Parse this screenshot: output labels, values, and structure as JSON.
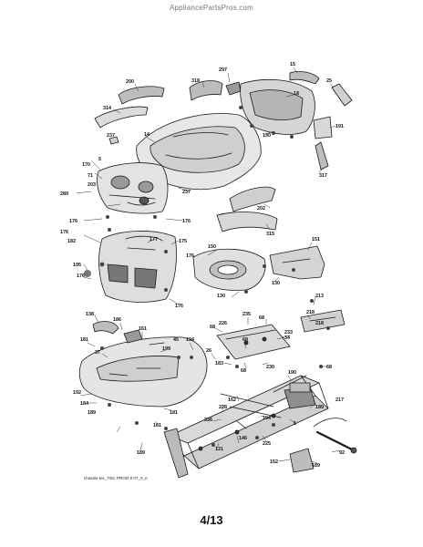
{
  "header": {
    "site": "AppliancePartsPros.com"
  },
  "footer": {
    "reference": "chassis-tec_TEC PROD 9 07_0_e",
    "page": "4/13"
  },
  "part_labels": [
    {
      "id": "200",
      "text": "200"
    },
    {
      "id": "318",
      "text": "318"
    },
    {
      "id": "297",
      "text": "297"
    },
    {
      "id": "15",
      "text": "15"
    },
    {
      "id": "25",
      "text": "25"
    },
    {
      "id": "18",
      "text": "18"
    },
    {
      "id": "314",
      "text": "314"
    },
    {
      "id": "14",
      "text": "14"
    },
    {
      "id": "237a",
      "text": "237"
    },
    {
      "id": "130a",
      "text": "130"
    },
    {
      "id": "191",
      "text": "191"
    },
    {
      "id": "5",
      "text": "5"
    },
    {
      "id": "170a",
      "text": "170"
    },
    {
      "id": "71",
      "text": "71"
    },
    {
      "id": "203",
      "text": "203"
    },
    {
      "id": "237b",
      "text": "237"
    },
    {
      "id": "317",
      "text": "317"
    },
    {
      "id": "289",
      "text": "289"
    },
    {
      "id": "202",
      "text": "202"
    },
    {
      "id": "176a",
      "text": "176"
    },
    {
      "id": "176b",
      "text": "176"
    },
    {
      "id": "176c",
      "text": "176"
    },
    {
      "id": "177",
      "text": "177"
    },
    {
      "id": "175",
      "text": "175"
    },
    {
      "id": "315",
      "text": "315"
    },
    {
      "id": "182",
      "text": "182"
    },
    {
      "id": "176d",
      "text": "176"
    },
    {
      "id": "150",
      "text": "150"
    },
    {
      "id": "151",
      "text": "151"
    },
    {
      "id": "195",
      "text": "195"
    },
    {
      "id": "176e",
      "text": "176"
    },
    {
      "id": "130b",
      "text": "130"
    },
    {
      "id": "130c",
      "text": "130"
    },
    {
      "id": "176f",
      "text": "176"
    },
    {
      "id": "213",
      "text": "213"
    },
    {
      "id": "218",
      "text": "218"
    },
    {
      "id": "138",
      "text": "138"
    },
    {
      "id": "186",
      "text": "186"
    },
    {
      "id": "161",
      "text": "161"
    },
    {
      "id": "235",
      "text": "235"
    },
    {
      "id": "226",
      "text": "226"
    },
    {
      "id": "68a",
      "text": "68"
    },
    {
      "id": "68b",
      "text": "68"
    },
    {
      "id": "34",
      "text": "34"
    },
    {
      "id": "181",
      "text": "181"
    },
    {
      "id": "37",
      "text": "37"
    },
    {
      "id": "199",
      "text": "199"
    },
    {
      "id": "45",
      "text": "45"
    },
    {
      "id": "194a",
      "text": "194"
    },
    {
      "id": "233",
      "text": "233"
    },
    {
      "id": "68c",
      "text": "68"
    },
    {
      "id": "26",
      "text": "26"
    },
    {
      "id": "183",
      "text": "183"
    },
    {
      "id": "68d",
      "text": "68"
    },
    {
      "id": "230",
      "text": "230"
    },
    {
      "id": "68e",
      "text": "68"
    },
    {
      "id": "192",
      "text": "192"
    },
    {
      "id": "184",
      "text": "184"
    },
    {
      "id": "189a",
      "text": "189"
    },
    {
      "id": "190",
      "text": "190"
    },
    {
      "id": "181b",
      "text": "181"
    },
    {
      "id": "162",
      "text": "162"
    },
    {
      "id": "228",
      "text": "228"
    },
    {
      "id": "336",
      "text": "336"
    },
    {
      "id": "194b",
      "text": "194"
    },
    {
      "id": "217",
      "text": "217"
    },
    {
      "id": "161b",
      "text": "161"
    },
    {
      "id": "189b",
      "text": "189"
    },
    {
      "id": "5b",
      "text": "5"
    },
    {
      "id": "121",
      "text": "121"
    },
    {
      "id": "146",
      "text": "146"
    },
    {
      "id": "225",
      "text": "225"
    },
    {
      "id": "92",
      "text": "92"
    },
    {
      "id": "189c",
      "text": "189"
    },
    {
      "id": "152",
      "text": "152"
    },
    {
      "id": "189d",
      "text": "189"
    },
    {
      "id": "218b",
      "text": "218"
    }
  ]
}
